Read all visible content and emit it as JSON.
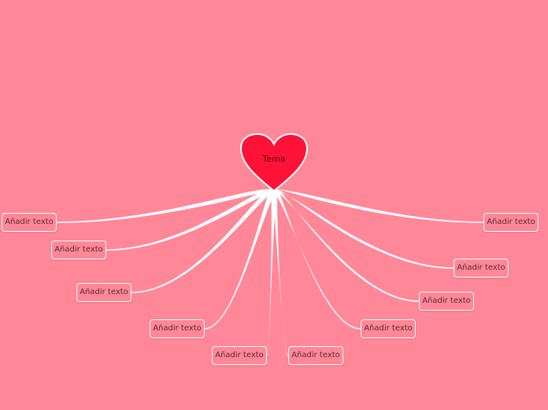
{
  "background_color": "#ff8797",
  "branch_color": "#ffffff",
  "central_topic": {
    "label": "Tema",
    "shape": "heart",
    "color": "#ff1238"
  },
  "subtopics": [
    {
      "label": "Añadir texto"
    },
    {
      "label": "Añadir texto"
    },
    {
      "label": "Añadir texto"
    },
    {
      "label": "Añadir texto"
    },
    {
      "label": "Añadir texto"
    },
    {
      "label": "Añadir texto"
    },
    {
      "label": "Añadir texto"
    },
    {
      "label": "Añadir texto"
    },
    {
      "label": "Añadir texto"
    },
    {
      "label": "Añadir texto"
    }
  ]
}
